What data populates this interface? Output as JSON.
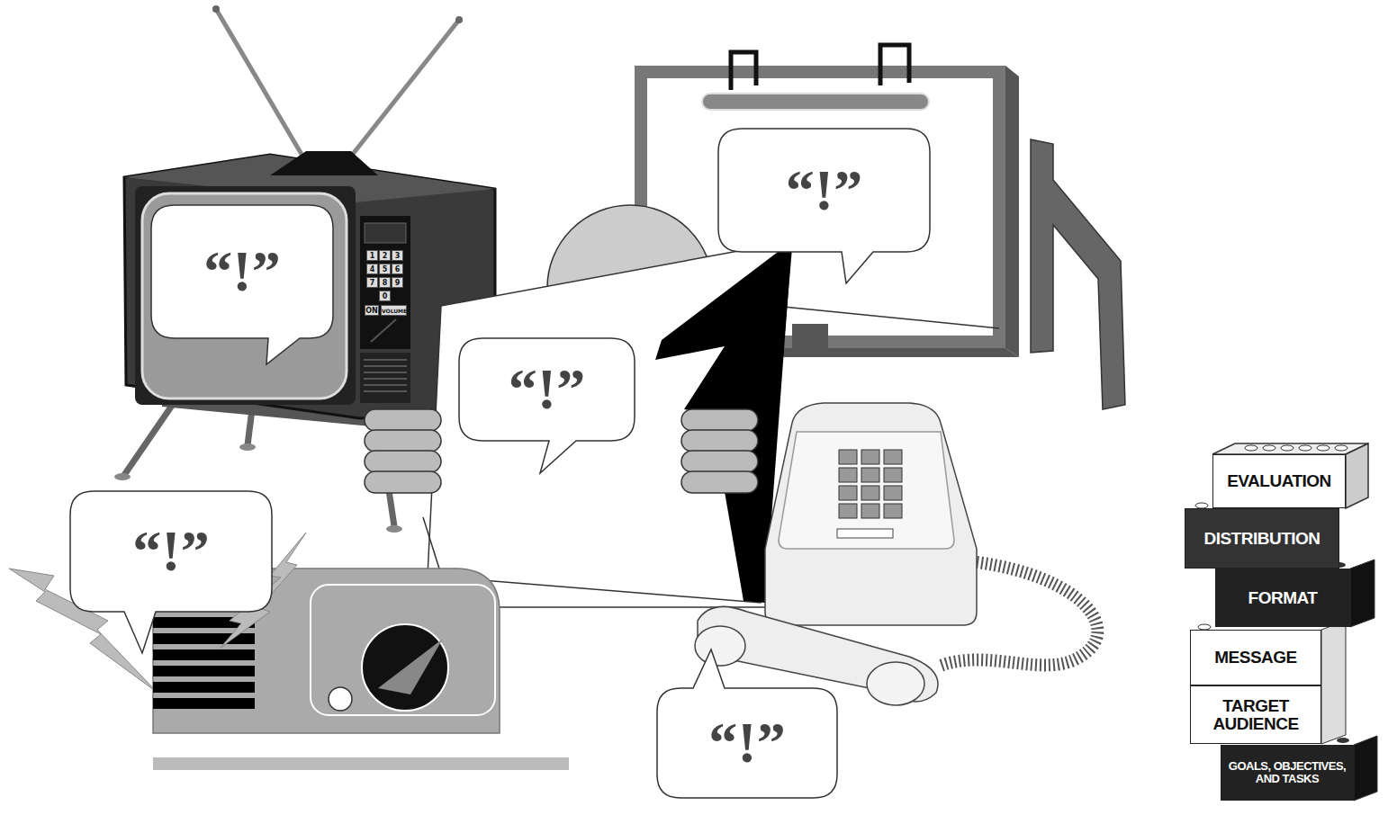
{
  "diagram": {
    "nodes": [
      {
        "text": [
          "“!”"
        ]
      },
      {
        "text": [
          "“!”"
        ]
      },
      {
        "text": [
          "“!”"
        ]
      },
      {
        "text": [
          "“!”"
        ]
      },
      {
        "text": [
          "“!”"
        ]
      },
      {
        "text": [
          "EVALUATION"
        ]
      },
      {
        "text": [
          "DISTRIBUTION"
        ]
      },
      {
        "text": [
          "FORMAT"
        ]
      },
      {
        "text": [
          "MESSAGE"
        ]
      },
      {
        "text": [
          "TARGET AUDIENCE"
        ]
      },
      {
        "text": [
          "GOALS, OBJECTIVES, AND TASKS"
        ]
      }
    ],
    "labels": [
      "1",
      "2",
      "3",
      "4",
      "5",
      "6",
      "7",
      "8",
      "9",
      "0",
      "ON",
      "VOLUME"
    ]
  }
}
